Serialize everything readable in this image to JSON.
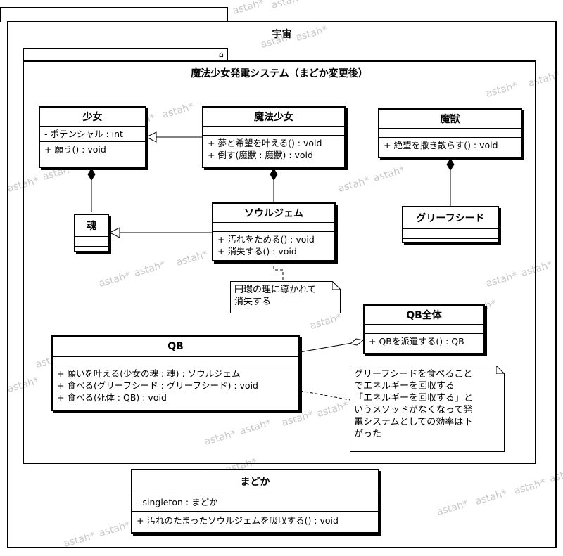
{
  "packages": {
    "outer": {
      "title": "宇宙"
    },
    "inner": {
      "title": "魔法少女発電システム（まどか変更後）"
    }
  },
  "classes": {
    "shoujo": {
      "name": "少女",
      "attributes": [
        "- ポテンシャル : int"
      ],
      "operations": [
        "+ 願う() : void"
      ]
    },
    "mahou_shoujo": {
      "name": "魔法少女",
      "attributes": [],
      "operations": [
        "+ 夢と希望を叶える() : void",
        "+ 倒す(魔獣 : 魔獣) : void"
      ]
    },
    "majuu": {
      "name": "魔獣",
      "attributes": [],
      "operations": [
        "+ 絶望を撒き散らす() : void"
      ]
    },
    "tamashii": {
      "name": "魂",
      "attributes": [],
      "operations": []
    },
    "soul_gem": {
      "name": "ソウルジェム",
      "attributes": [],
      "operations": [
        "+ 汚れをためる() : void",
        "+ 消失する() : void"
      ]
    },
    "grief_seed": {
      "name": "グリーフシード",
      "attributes": [],
      "operations": []
    },
    "qb_all": {
      "name": "QB全体",
      "attributes": [],
      "operations": [
        "+ QBを派遣する() : QB"
      ]
    },
    "qb": {
      "name": "QB",
      "attributes": [],
      "operations": [
        "+ 願いを叶える(少女の魂 : 魂) : ソウルジェム",
        "+ 食べる(グリーフシード : グリーフシード) : void",
        "+ 食べる(死体 : QB) : void"
      ]
    },
    "madoka": {
      "name": "まどか",
      "attributes": [
        "- singleton : まどか"
      ],
      "operations": [
        "+ 汚れのたまったソウルジェムを吸収する() : void"
      ]
    }
  },
  "notes": {
    "soul_gem_note": [
      "円環の理に導かれて",
      "消失する"
    ],
    "qb_note": [
      "グリーフシードを食べること",
      "でエネルギーを回収する",
      "「エネルギーを回収する」と",
      "いうメソッドがなくなって発",
      "電システムとしての効率は下",
      "がった"
    ]
  },
  "watermark": "astah*"
}
